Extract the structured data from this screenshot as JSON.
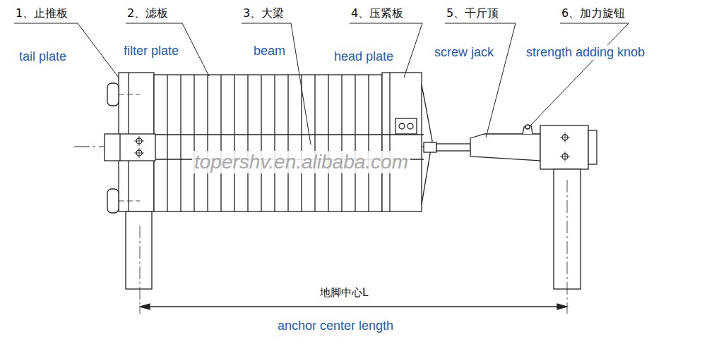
{
  "diagram": {
    "labels": [
      "1、止推板",
      "tail plate",
      "2、滤板",
      "filter plate",
      "3、大梁",
      "beam",
      "4、压紧板",
      "head plate",
      "5、千斤顶",
      "screw jack",
      "6、加力旋钮",
      "strength adding knob",
      "topershv.en.alibaba.com",
      "地脚中心L",
      "anchor center length"
    ]
  }
}
